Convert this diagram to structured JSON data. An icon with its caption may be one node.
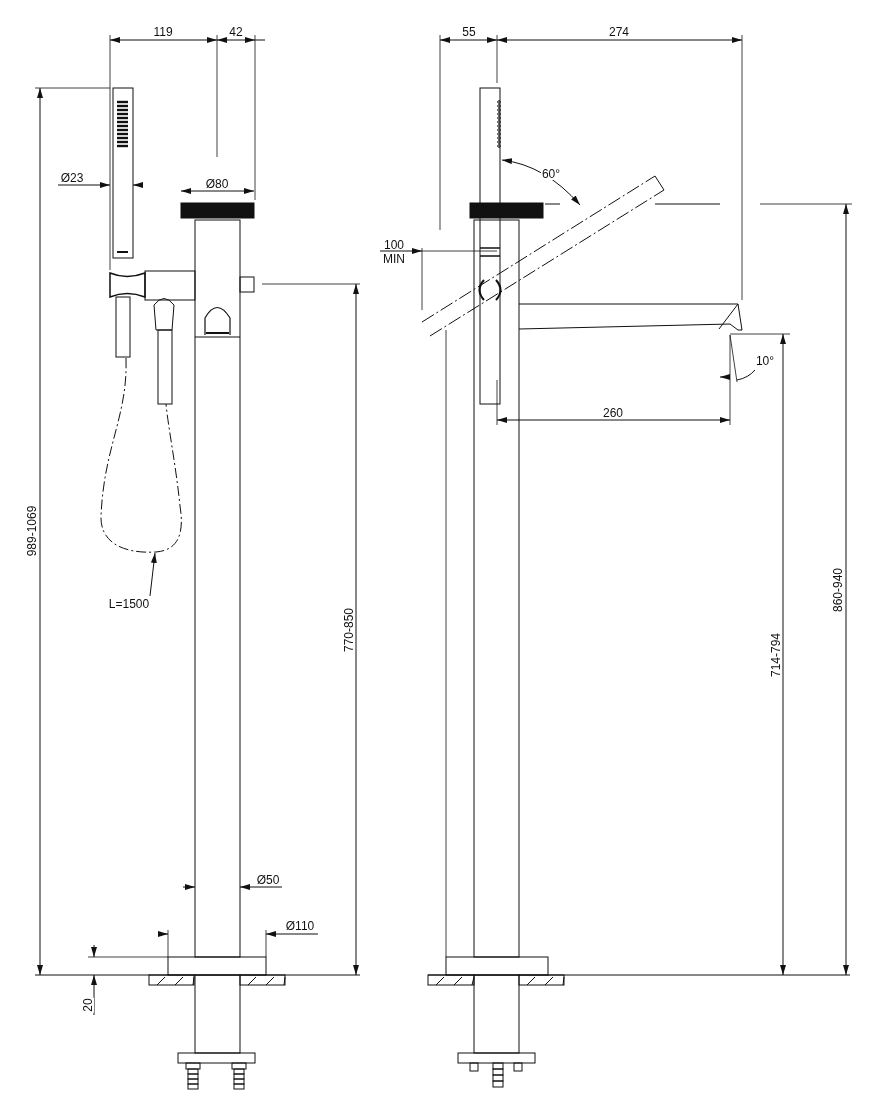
{
  "diagram": {
    "nodes": [
      {
        "text": [
          "L=1500"
        ]
      },
      {
        "text": [],
        "shape": "picture"
      }
    ],
    "edges": [
      {
        "from": 0,
        "to": 1,
        "arrow": "to"
      }
    ],
    "labels": [
      "119",
      "42",
      "55",
      "274",
      "Ø23",
      "Ø80",
      "60°",
      "100 MIN",
      "10°",
      "260",
      "989-1069",
      "770-850",
      "714-794",
      "860-940",
      "Ø50",
      "Ø110",
      "20"
    ]
  }
}
